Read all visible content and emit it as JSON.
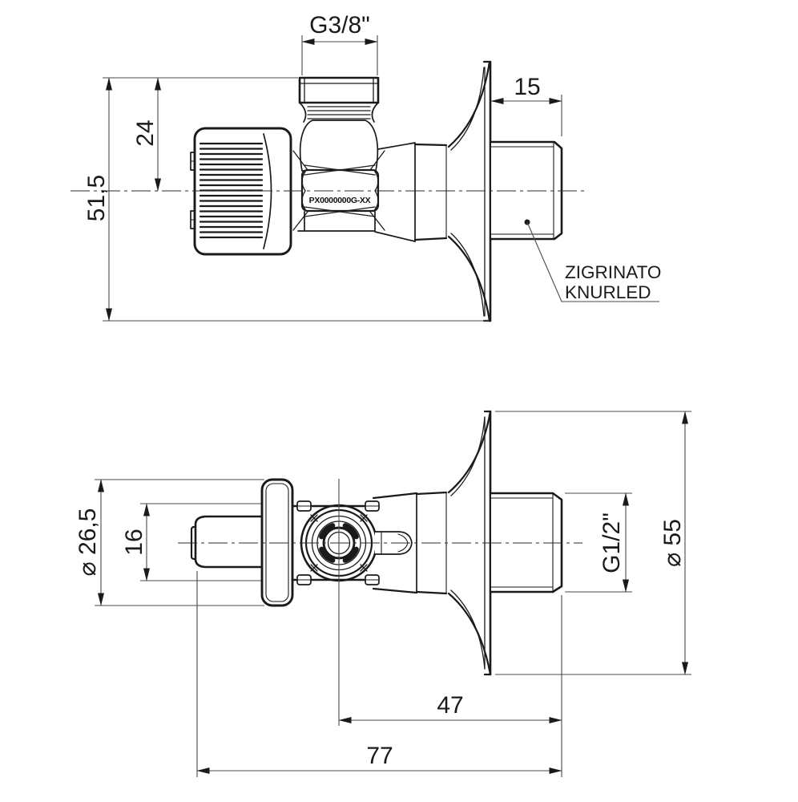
{
  "top": {
    "thread": "G3/8\"",
    "nipple_len": "15",
    "inlet_to_axis": "24",
    "height": "51,5",
    "part_number": "PX0000000G-XX",
    "callout1": "ZIGRINATO",
    "callout2": "KNURLED"
  },
  "bottom": {
    "handle": "⌀ 26,5",
    "stem": "16",
    "thread": "G1/2\"",
    "rosette": "⌀ 55",
    "axis_to_wall": "47",
    "length": "77"
  }
}
